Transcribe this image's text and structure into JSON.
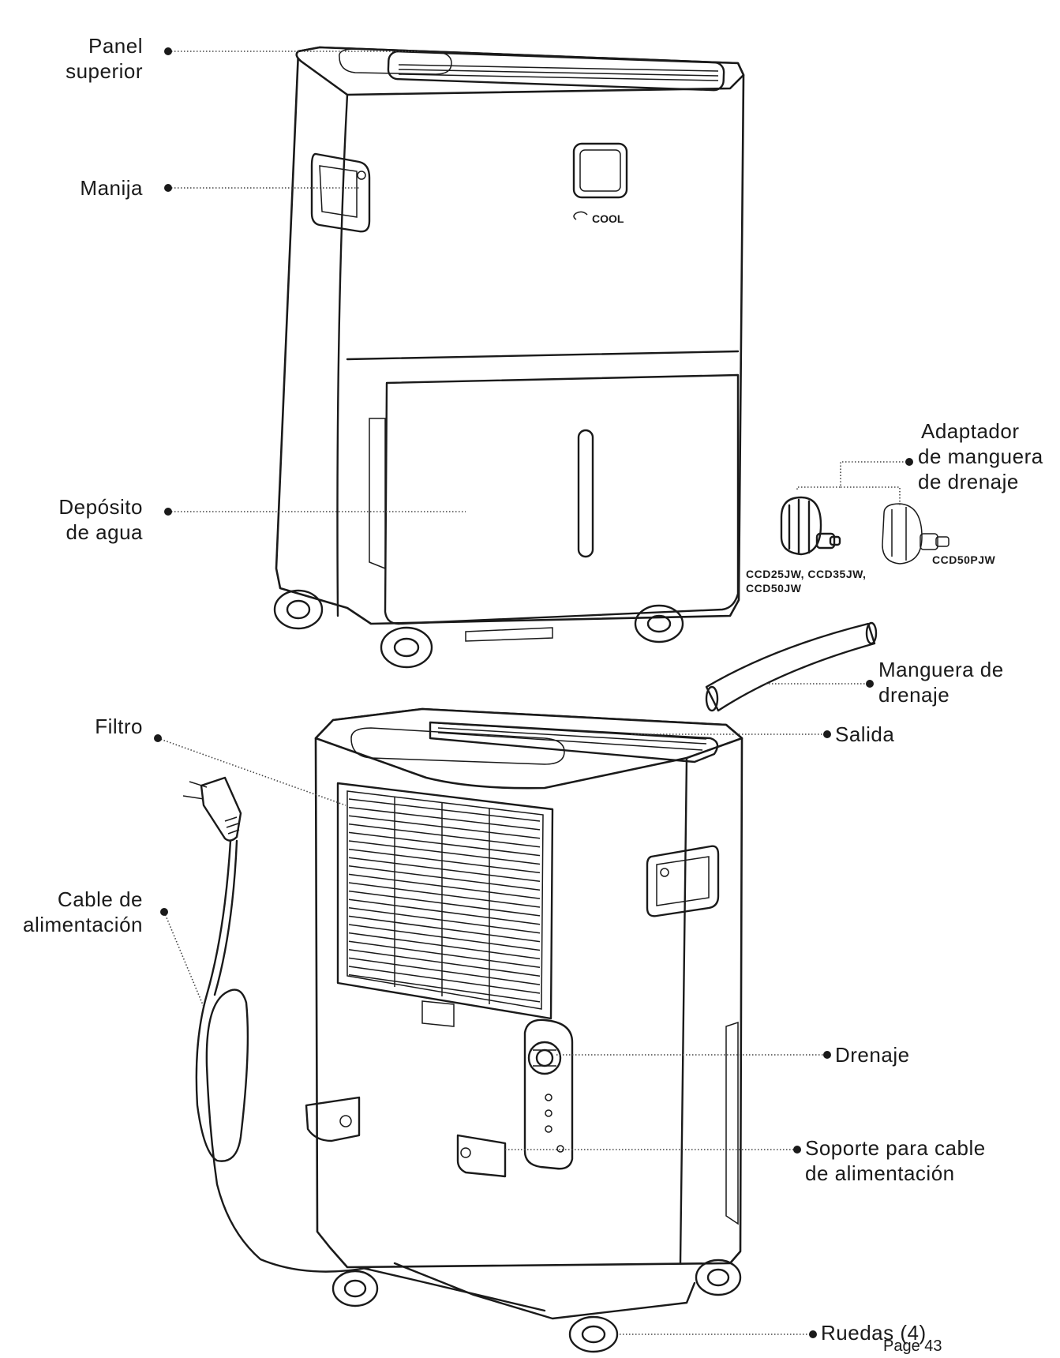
{
  "labels": {
    "panel": [
      "Panel",
      "superior"
    ],
    "handle": "Manija",
    "tank": [
      "Depósito",
      "de agua"
    ],
    "adapter": [
      "Adaptador",
      "de manguera",
      "de drenaje"
    ],
    "models_left": [
      "CCD25JW, CCD35JW,",
      "CCD50JW"
    ],
    "models_right": "CCD50PJW",
    "hose": [
      "Manguera de",
      "drenaje"
    ],
    "filter": "Filtro",
    "outlet": "Salida",
    "power_cord": [
      "Cable de",
      "alimentación"
    ],
    "drain": "Drenaje",
    "cord_holder": [
      "Soporte para cable",
      "de alimentación"
    ],
    "wheels": "Ruedas (4)",
    "brand": "COOL",
    "page": "Page 43"
  },
  "icons": [
    "dehumidifier-front",
    "dehumidifier-back",
    "drain-adapter",
    "drain-hose",
    "power-plug"
  ]
}
